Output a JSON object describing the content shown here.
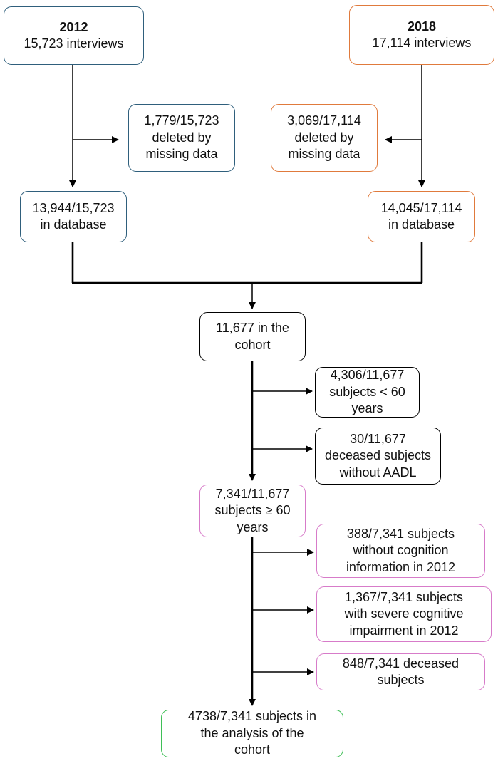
{
  "boxes": {
    "y2012": {
      "year": "2012",
      "text": "15,723 interviews"
    },
    "y2018": {
      "year": "2018",
      "text": "17,114 interviews"
    },
    "deleted2012": {
      "text": "1,779/15,723\ndeleted by\nmissing data"
    },
    "deleted2018": {
      "text": "3,069/17,114\ndeleted by\nmissing data"
    },
    "db2012": {
      "text": "13,944/15,723\nin database"
    },
    "db2018": {
      "text": "14,045/17,114\nin database"
    },
    "cohort": {
      "text": "11,677 in the\ncohort"
    },
    "under60": {
      "text": "4,306/11,677\nsubjects < 60\nyears"
    },
    "deceasedNoAadl": {
      "text": "30/11,677\ndeceased subjects\nwithout AADL"
    },
    "over60": {
      "text": "7,341/11,677\nsubjects ≥ 60\nyears"
    },
    "noCognition": {
      "text": "388/7,341 subjects\nwithout cognition\ninformation in  2012"
    },
    "severeImpairment": {
      "text": "1,367/7,341 subjects\nwith severe cognitive\nimpairment in 2012"
    },
    "deceased": {
      "text": "848/7,341 deceased\nsubjects"
    },
    "analysis": {
      "text": "4738/7,341 subjects in\nthe analysis of the\ncohort"
    }
  },
  "colors": {
    "blue": "#2f5f7c",
    "orange": "#e07a3c",
    "black": "#000000",
    "pink": "#d77bc9",
    "green": "#3fbf57"
  }
}
